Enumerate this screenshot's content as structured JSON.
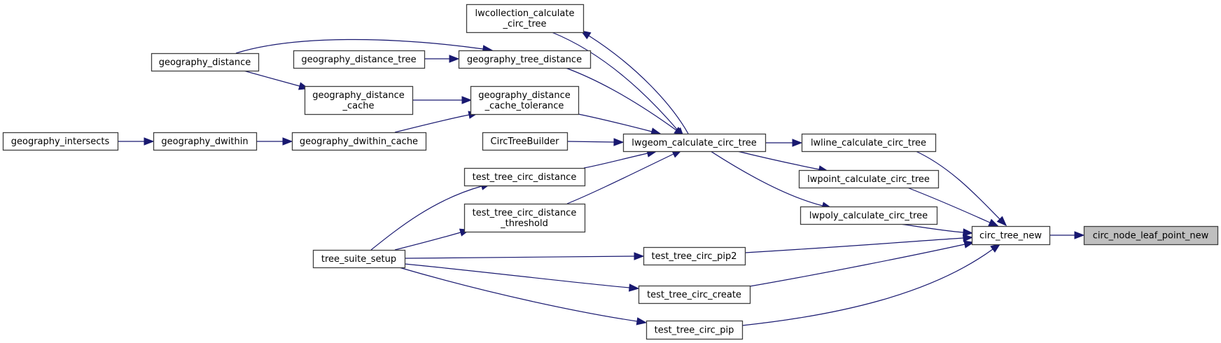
{
  "diagram": {
    "type": "call-graph",
    "edge_color": "#191970",
    "root_fill": "#bfbfbf",
    "node_fill": "#ffffff",
    "nodes": [
      {
        "id": "circ_node_leaf_point_new",
        "lines": [
          "circ_node_leaf_point_new"
        ],
        "root": true
      },
      {
        "id": "circ_tree_new",
        "lines": [
          "circ_tree_new"
        ]
      },
      {
        "id": "lwline_calculate_circ_tree",
        "lines": [
          "lwline_calculate_circ_tree"
        ]
      },
      {
        "id": "lwpoint_calculate_circ_tree",
        "lines": [
          "lwpoint_calculate_circ_tree"
        ]
      },
      {
        "id": "lwpoly_calculate_circ_tree",
        "lines": [
          "lwpoly_calculate_circ_tree"
        ]
      },
      {
        "id": "lwgeom_calculate_circ_tree",
        "lines": [
          "lwgeom_calculate_circ_tree"
        ]
      },
      {
        "id": "lwcollection_calculate_circ_tree",
        "lines": [
          "lwcollection_calculate",
          "_circ_tree"
        ]
      },
      {
        "id": "geography_tree_distance",
        "lines": [
          "geography_tree_distance"
        ]
      },
      {
        "id": "geography_distance_cache_tolerance",
        "lines": [
          "geography_distance",
          "_cache_tolerance"
        ]
      },
      {
        "id": "CircTreeBuilder",
        "lines": [
          "CircTreeBuilder"
        ]
      },
      {
        "id": "test_tree_circ_distance",
        "lines": [
          "test_tree_circ_distance"
        ]
      },
      {
        "id": "test_tree_circ_distance_threshold",
        "lines": [
          "test_tree_circ_distance",
          "_threshold"
        ]
      },
      {
        "id": "test_tree_circ_pip2",
        "lines": [
          "test_tree_circ_pip2"
        ]
      },
      {
        "id": "test_tree_circ_create",
        "lines": [
          "test_tree_circ_create"
        ]
      },
      {
        "id": "test_tree_circ_pip",
        "lines": [
          "test_tree_circ_pip"
        ]
      },
      {
        "id": "geography_distance",
        "lines": [
          "geography_distance"
        ]
      },
      {
        "id": "geography_distance_tree",
        "lines": [
          "geography_distance_tree"
        ]
      },
      {
        "id": "geography_distance_cache",
        "lines": [
          "geography_distance",
          "_cache"
        ]
      },
      {
        "id": "geography_dwithin_cache",
        "lines": [
          "geography_dwithin_cache"
        ]
      },
      {
        "id": "geography_dwithin",
        "lines": [
          "geography_dwithin"
        ]
      },
      {
        "id": "geography_intersects",
        "lines": [
          "geography_intersects"
        ]
      },
      {
        "id": "tree_suite_setup",
        "lines": [
          "tree_suite_setup"
        ]
      }
    ],
    "edges": [
      {
        "from": "circ_tree_new",
        "to": "circ_node_leaf_point_new"
      },
      {
        "from": "lwline_calculate_circ_tree",
        "to": "circ_tree_new"
      },
      {
        "from": "lwpoint_calculate_circ_tree",
        "to": "circ_tree_new"
      },
      {
        "from": "lwpoly_calculate_circ_tree",
        "to": "circ_tree_new"
      },
      {
        "from": "test_tree_circ_pip2",
        "to": "circ_tree_new"
      },
      {
        "from": "test_tree_circ_create",
        "to": "circ_tree_new"
      },
      {
        "from": "test_tree_circ_pip",
        "to": "circ_tree_new"
      },
      {
        "from": "lwgeom_calculate_circ_tree",
        "to": "lwline_calculate_circ_tree"
      },
      {
        "from": "lwgeom_calculate_circ_tree",
        "to": "lwpoint_calculate_circ_tree"
      },
      {
        "from": "lwgeom_calculate_circ_tree",
        "to": "lwpoly_calculate_circ_tree"
      },
      {
        "from": "lwgeom_calculate_circ_tree",
        "to": "lwcollection_calculate_circ_tree"
      },
      {
        "from": "lwcollection_calculate_circ_tree",
        "to": "lwgeom_calculate_circ_tree"
      },
      {
        "from": "geography_tree_distance",
        "to": "lwgeom_calculate_circ_tree"
      },
      {
        "from": "geography_distance_cache_tolerance",
        "to": "lwgeom_calculate_circ_tree"
      },
      {
        "from": "CircTreeBuilder",
        "to": "lwgeom_calculate_circ_tree"
      },
      {
        "from": "test_tree_circ_distance",
        "to": "lwgeom_calculate_circ_tree"
      },
      {
        "from": "test_tree_circ_distance_threshold",
        "to": "lwgeom_calculate_circ_tree"
      },
      {
        "from": "geography_distance",
        "to": "geography_tree_distance"
      },
      {
        "from": "geography_distance_tree",
        "to": "geography_tree_distance"
      },
      {
        "from": "geography_distance",
        "to": "geography_distance_cache"
      },
      {
        "from": "geography_distance_cache",
        "to": "geography_distance_cache_tolerance"
      },
      {
        "from": "geography_dwithin_cache",
        "to": "geography_distance_cache_tolerance"
      },
      {
        "from": "geography_dwithin",
        "to": "geography_dwithin_cache"
      },
      {
        "from": "geography_intersects",
        "to": "geography_dwithin"
      },
      {
        "from": "tree_suite_setup",
        "to": "test_tree_circ_distance"
      },
      {
        "from": "tree_suite_setup",
        "to": "test_tree_circ_distance_threshold"
      },
      {
        "from": "tree_suite_setup",
        "to": "test_tree_circ_pip2"
      },
      {
        "from": "tree_suite_setup",
        "to": "test_tree_circ_create"
      },
      {
        "from": "tree_suite_setup",
        "to": "test_tree_circ_pip"
      }
    ]
  }
}
